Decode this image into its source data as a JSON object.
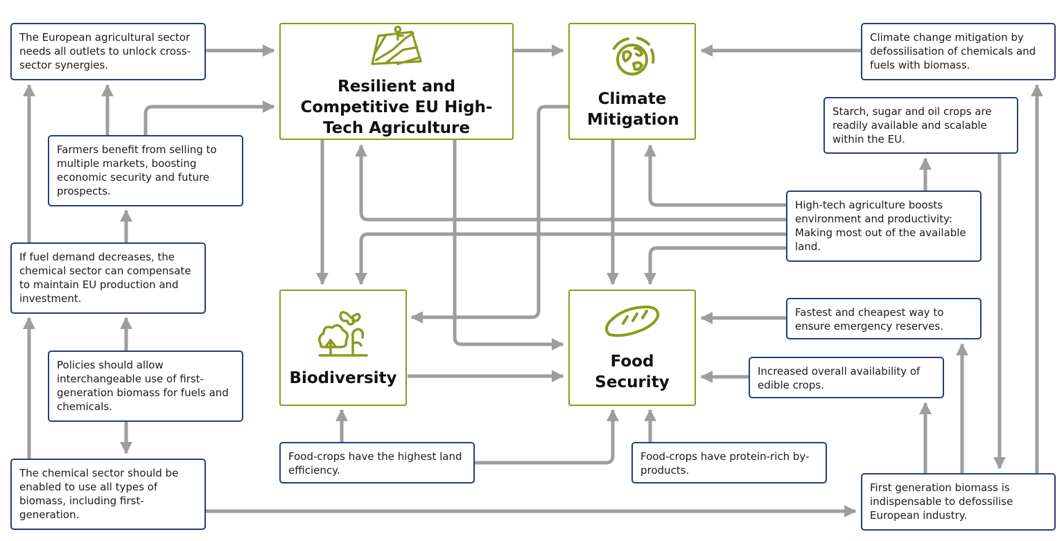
{
  "colors": {
    "navy": "#243d7a",
    "olive": "#8b9a1e",
    "arrow": "#9e9e9e"
  },
  "hubs": {
    "agriculture": {
      "title": "Resilient and Competitive EU High-Tech Agriculture",
      "icon": "field-icon"
    },
    "climate": {
      "title": "Climate Mitigation",
      "icon": "globe-icon"
    },
    "biodiversity": {
      "title": "Biodiversity",
      "icon": "plants-butterfly-icon"
    },
    "food": {
      "title": "Food Security",
      "icon": "bread-icon"
    }
  },
  "notes": {
    "outlets": "The European agricultural sector needs all outlets to unlock cross-sector synergies.",
    "farmers": "Farmers benefit from selling to multiple markets, boosting economic security and future prospects.",
    "fuel": "If fuel demand decreases, the chemical sector can compensate to maintain EU production and investment.",
    "policies": "Policies should allow interchangeable use of first-generation biomass for fuels and chemicals.",
    "chemical": "The chemical sector should be enabled to use all types of biomass, including first-generation.",
    "landeff": "Food-crops have the highest land efficiency.",
    "protein": "Food-crops have protein-rich by-products.",
    "defoss": "Climate change mitigation by defossilisation of chemicals and fuels with biomass.",
    "starch": "Starch, sugar and oil crops are readily available and scalable within the EU.",
    "hightech": "High-tech agriculture boosts environment and productivity: Making most out of the available land.",
    "fastest": "Fastest and cheapest way to ensure emergency reserves.",
    "increased": "Increased overall availability of edible crops.",
    "firstgen": "First generation biomass is indispensable to defossilise European industry."
  }
}
